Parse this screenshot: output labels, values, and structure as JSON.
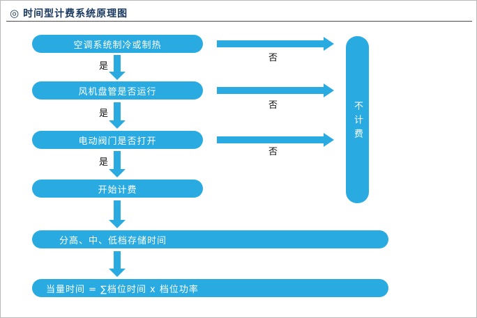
{
  "title": {
    "icon": "◎",
    "text": "时间型计费系统原理图"
  },
  "colors": {
    "accent": "#29abe2",
    "title_text": "#17375e"
  },
  "flow": {
    "decision_steps": [
      {
        "label": "空调系统制冷或制热",
        "yes_label": "是",
        "no_label": "否"
      },
      {
        "label": "风机盘管是否运行",
        "yes_label": "是",
        "no_label": "否"
      },
      {
        "label": "电动阀门是否打开",
        "yes_label": "是",
        "no_label": "否"
      }
    ],
    "start_billing": {
      "label": "开始计费"
    },
    "store_time": {
      "label": "分高、中、低档存储时间"
    },
    "equivalent_time": {
      "label": "当量时间 = ∑档位时间 x 档位功率"
    },
    "no_billing": {
      "label": "不计费"
    }
  }
}
